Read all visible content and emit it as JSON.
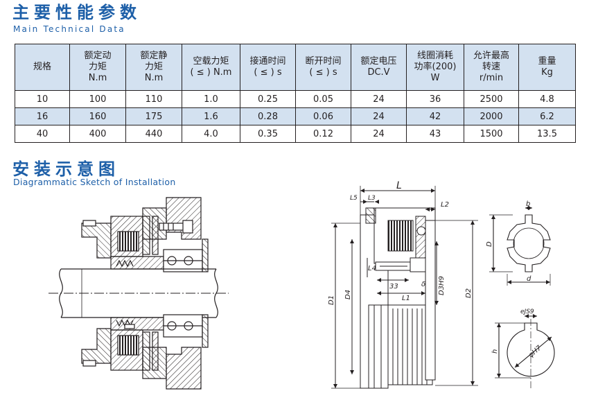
{
  "section1": {
    "title_cn": "主要性能参数",
    "title_en": "Main Technical Data"
  },
  "table": {
    "headers": [
      [
        "规格"
      ],
      [
        "额定动",
        "力矩",
        "N.m"
      ],
      [
        "额定静",
        "力矩",
        "N.m"
      ],
      [
        "空载力矩",
        "( ≤ ) N.m"
      ],
      [
        "接通时间",
        "( ≤ ) s"
      ],
      [
        "断开时间",
        "( ≤ ) s"
      ],
      [
        "额定电压",
        "DC.V"
      ],
      [
        "线圈消耗",
        "功率(200)",
        "W"
      ],
      [
        "允许最高",
        "转速",
        "r/min"
      ],
      [
        "重量",
        "Kg"
      ]
    ],
    "rows": [
      [
        "10",
        "100",
        "110",
        "1.0",
        "0.25",
        "0.05",
        "24",
        "36",
        "2500",
        "4.8"
      ],
      [
        "16",
        "160",
        "175",
        "1.6",
        "0.28",
        "0.06",
        "24",
        "42",
        "2000",
        "6.2"
      ],
      [
        "40",
        "400",
        "440",
        "4.0",
        "0.35",
        "0.12",
        "24",
        "43",
        "1500",
        "13.5"
      ]
    ]
  },
  "section2": {
    "title_cn": "安装示意图",
    "title_en": "Diagrammatic Sketch of Installation"
  },
  "drawing_labels": {
    "L": "L",
    "L5": "L5",
    "L3": "L3",
    "L2": "L2",
    "L4": "L4",
    "dim33": "33",
    "delta": "δ",
    "L1": "L1",
    "D1": "D1",
    "D4": "D4",
    "D3H9": "D3H9",
    "D2": "D2",
    "b": "b",
    "D": "D",
    "d": "d",
    "eJS9": "eJS9",
    "phiH7": "φH7",
    "h": "h"
  },
  "colors": {
    "title_blue": "#1d5fa8",
    "table_header_bg": "#d3e1f0",
    "line": "#231f20"
  }
}
